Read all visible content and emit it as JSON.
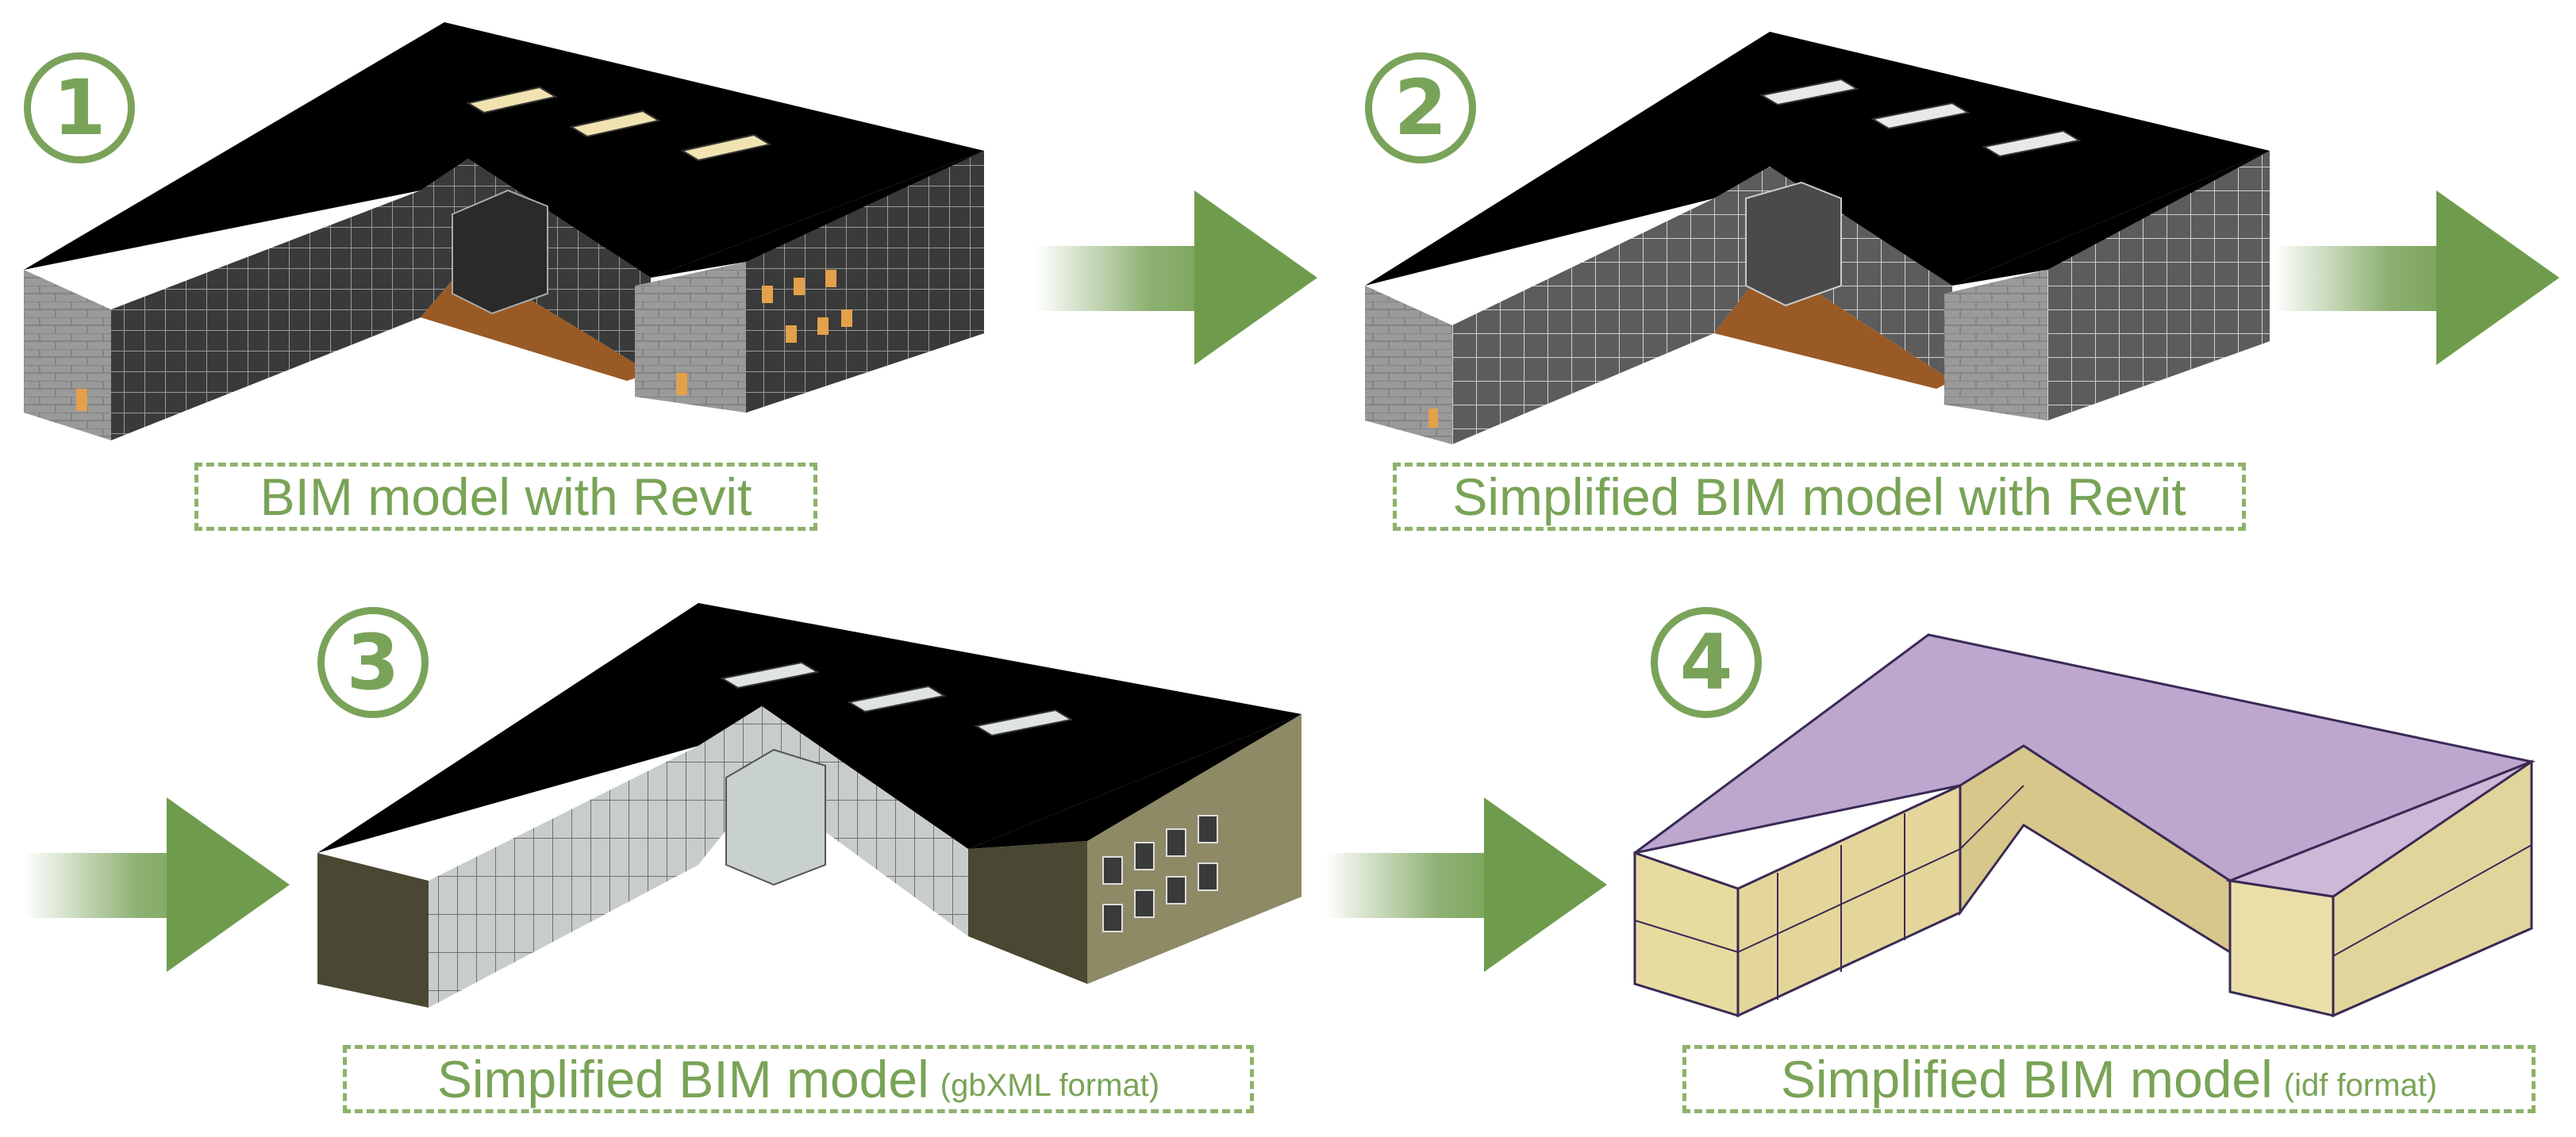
{
  "steps": [
    {
      "number": "1",
      "caption": "BIM model with Revit",
      "note": ""
    },
    {
      "number": "2",
      "caption": "Simplified BIM model with Revit",
      "note": ""
    },
    {
      "number": "3",
      "caption": "Simplified BIM model",
      "note": "(gbXML format)"
    },
    {
      "number": "4",
      "caption": "Simplified BIM model",
      "note": "(idf format)"
    }
  ],
  "colors": {
    "accent": "#7aa35a",
    "roof": "#000000",
    "courtyard_floor": "#9a5a25",
    "purple_roof": "#8a6aa0",
    "yellow_wall": "#e8dca0"
  }
}
